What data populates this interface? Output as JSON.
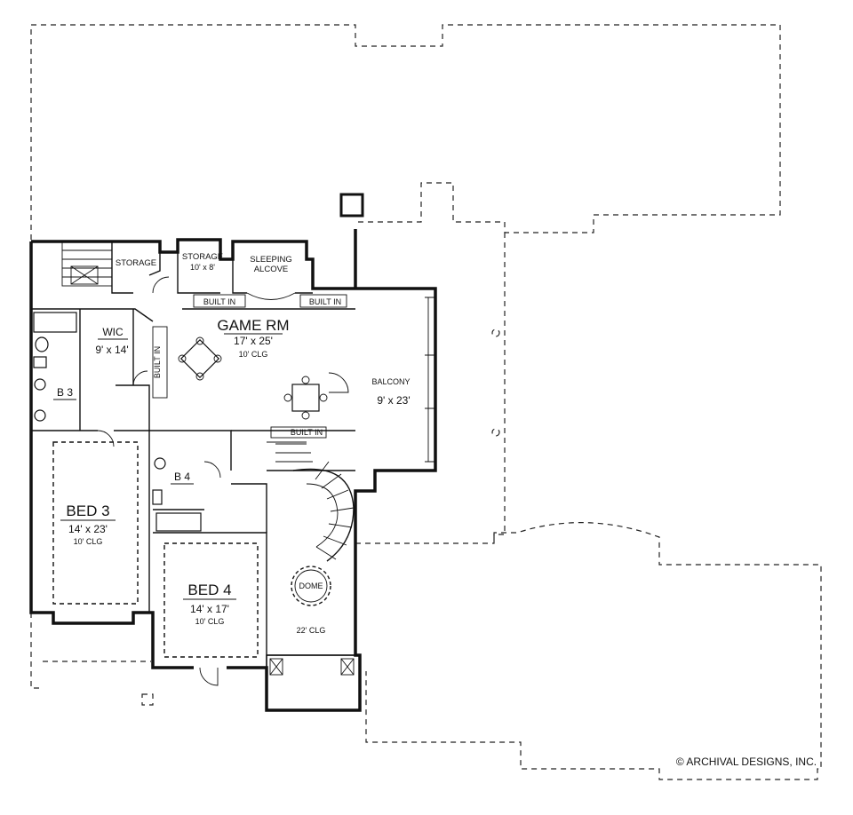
{
  "rooms": {
    "storage_1": "STORAGE",
    "storage_2": {
      "name": "STORAGE",
      "size": "10' x 8'"
    },
    "sleeping_alcove": {
      "line1": "SLEEPING",
      "line2": "ALCOVE"
    },
    "built_in_1": "BUILT IN",
    "built_in_2": "BUILT IN",
    "built_in_3": "BUILT IN",
    "built_in_4": "BUILT IN",
    "game_rm": {
      "name": "GAME RM",
      "size": "17' x 25'",
      "clg": "10' CLG"
    },
    "wic": {
      "name": "WIC",
      "size": "9' x 14'"
    },
    "b3": "B 3",
    "b4": "B 4",
    "balcony": {
      "name": "BALCONY",
      "size": "9' x 23'"
    },
    "bed3": {
      "name": "BED 3",
      "size": "14' x 23'",
      "clg": "10' CLG"
    },
    "bed4": {
      "name": "BED 4",
      "size": "14' x 17'",
      "clg": "10' CLG"
    },
    "dome": "DOME",
    "foyer_clg": "22' CLG"
  },
  "copyright": "© ARCHIVAL DESIGNS, INC."
}
